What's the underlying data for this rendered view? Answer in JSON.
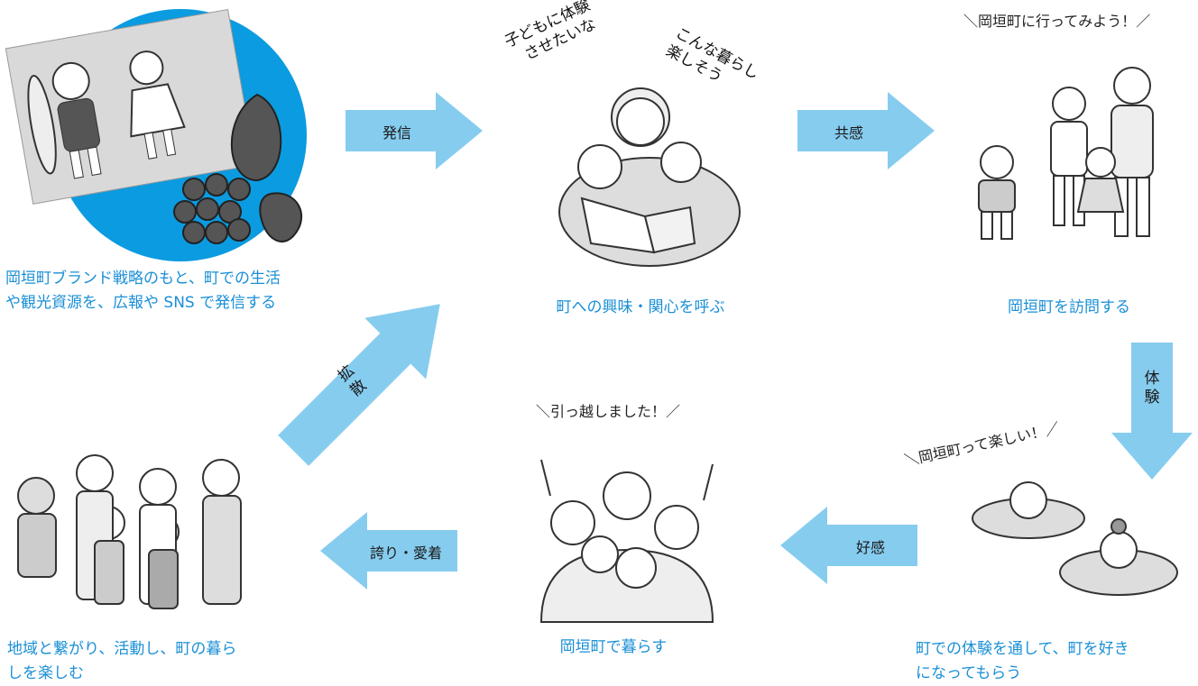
{
  "steps": {
    "s1": {
      "caption_line1": "岡垣町ブランド戦略のもと、町での生活",
      "caption_line2": "や観光資源を、広報や SNS で発信する"
    },
    "s2": {
      "caption": "町への興味・関心を呼ぶ",
      "bubble_left_1": "子どもに体験",
      "bubble_left_2": "させたいな",
      "bubble_right_1": "こんな暮らし",
      "bubble_right_2": "楽しそう"
    },
    "s3": {
      "caption": "岡垣町を訪問する",
      "speech": "＼岡垣町に行ってみよう！／"
    },
    "s4": {
      "caption_line1": "町での体験を通して、町を好き",
      "caption_line2": "になってもらう",
      "speech": "＼岡垣町って楽しい！／"
    },
    "s5": {
      "caption": "岡垣町で暮らす",
      "speech": "＼引っ越しました！／"
    },
    "s6": {
      "caption_line1": "地域と繋がり、活動し、町の暮ら",
      "caption_line2": "しを楽しむ"
    }
  },
  "arrows": {
    "a1": "発信",
    "a2": "共感",
    "a3_char1": "体",
    "a3_char2": "験",
    "a4": "好感",
    "a5": "誇り・愛着",
    "a6_char1": "拡",
    "a6_char2": "散"
  },
  "colors": {
    "arrow": "#86ccef",
    "circle": "#0b9be0",
    "caption": "#1a8fd6"
  }
}
